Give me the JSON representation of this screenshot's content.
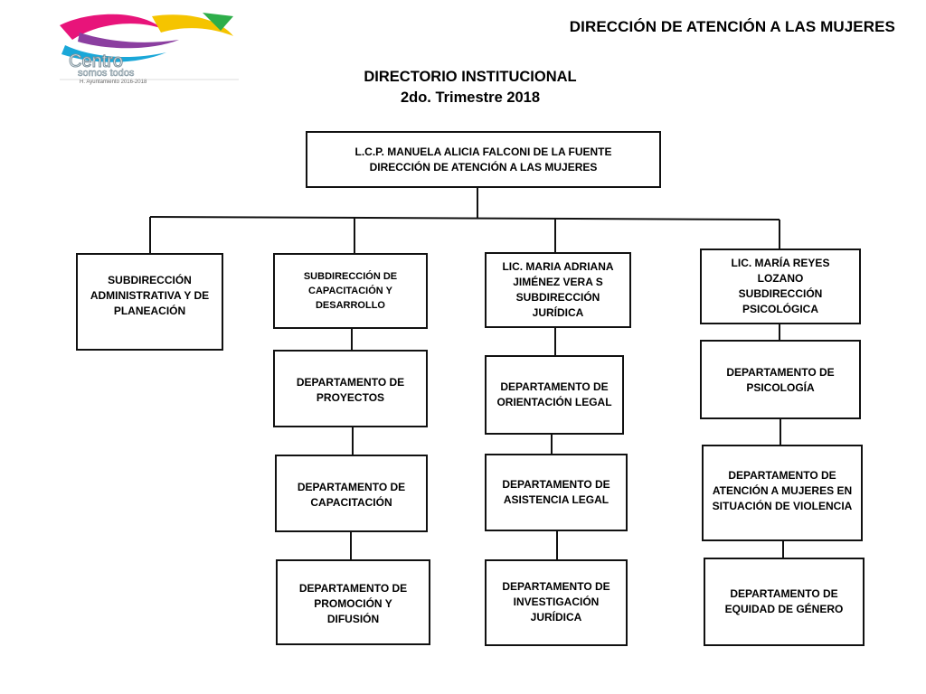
{
  "header": {
    "org_title": "DIRECCIÓN DE ATENCIÓN A LAS MUJERES",
    "doc_title": "DIRECTORIO INSTITUCIONAL",
    "period": "2do. Trimestre 2018"
  },
  "logo": {
    "brand": "Centro",
    "tagline": "somos todos",
    "subtitle": "H. Ayuntamiento 2016-2018",
    "colors": [
      "#e8147a",
      "#f5c400",
      "#1aa7d8",
      "#2eae4a",
      "#8b3fa0"
    ]
  },
  "chart": {
    "root": {
      "name": "L.C.P. MANUELA ALICIA FALCONI DE LA FUENTE",
      "role": "DIRECCIÓN DE ATENCIÓN A LAS MUJERES"
    },
    "subdirections": [
      {
        "lines": [
          "SUBDIRECCIÓN",
          "ADMINISTRATIVA Y DE",
          "PLANEACIÓN"
        ],
        "departments": []
      },
      {
        "lines": [
          "SUBDIRECCIÓN DE",
          "CAPACITACIÓN Y",
          "DESARROLLO"
        ],
        "departments": [
          [
            "DEPARTAMENTO DE",
            "PROYECTOS"
          ],
          [
            "DEPARTAMENTO DE",
            "CAPACITACIÓN"
          ],
          [
            "DEPARTAMENTO DE",
            "PROMOCIÓN Y",
            "DIFUSIÓN"
          ]
        ]
      },
      {
        "lines": [
          "LIC. MARIA ADRIANA",
          "JIMÉNEZ VERA S",
          "SUBDIRECCIÓN",
          "JURÍDICA"
        ],
        "departments": [
          [
            "DEPARTAMENTO DE",
            "ORIENTACIÓN LEGAL"
          ],
          [
            "DEPARTAMENTO DE",
            "ASISTENCIA LEGAL"
          ],
          [
            "DEPARTAMENTO DE",
            "INVESTIGACIÓN",
            "JURÍDICA"
          ]
        ]
      },
      {
        "lines": [
          "LIC. MARÍA REYES",
          "LOZANO",
          "SUBDIRECCIÓN",
          "PSICOLÓGICA"
        ],
        "departments": [
          [
            "DEPARTAMENTO DE",
            "PSICOLOGÍA"
          ],
          [
            "DEPARTAMENTO DE",
            "ATENCIÓN A MUJERES EN",
            "SITUACIÓN DE VIOLENCIA"
          ],
          [
            "DEPARTAMENTO DE",
            "EQUIDAD DE GÉNERO"
          ]
        ]
      }
    ]
  }
}
